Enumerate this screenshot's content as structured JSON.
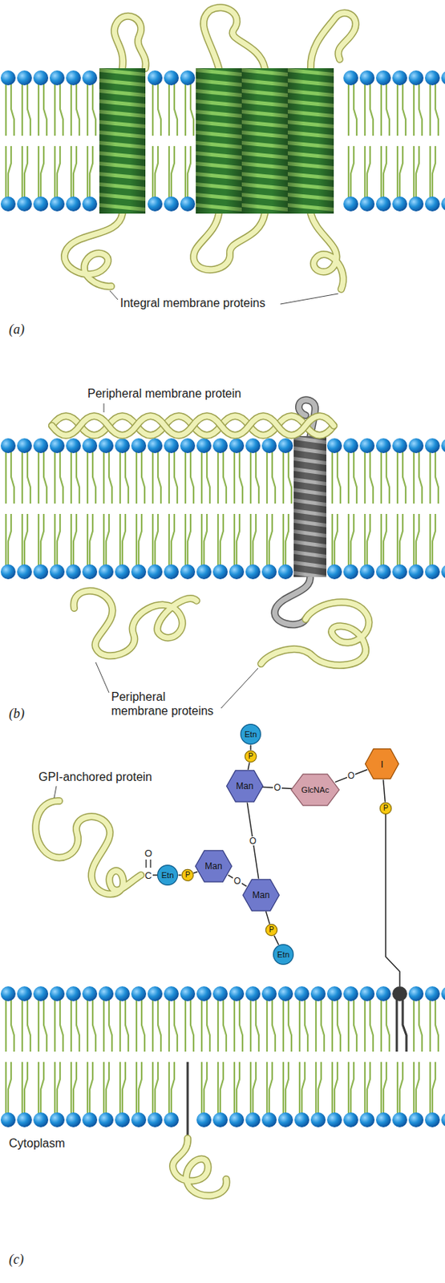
{
  "diagram": {
    "nodes": [
      {
        "text": [
          "Etn"
        ]
      },
      {
        "text": [
          "P"
        ]
      },
      {
        "text": [
          "I"
        ]
      },
      {
        "text": [
          "Man"
        ]
      },
      {
        "text": [
          "GlcNAc"
        ]
      },
      {
        "text": [
          "P"
        ]
      },
      {
        "text": [
          "Man"
        ]
      },
      {
        "text": [
          "Etn"
        ]
      },
      {
        "text": [
          "P"
        ]
      },
      {
        "text": [
          "Man"
        ]
      },
      {
        "text": [
          "P"
        ]
      },
      {
        "text": [
          "Etn"
        ]
      }
    ],
    "edges": [
      {
        "from": 0,
        "to": 1,
        "arrow": "none"
      },
      {
        "from": 1,
        "to": 3,
        "arrow": "none"
      },
      {
        "from": 3,
        "to": 4,
        "label": "O",
        "arrow": "none"
      },
      {
        "from": 4,
        "to": 2,
        "label": "O",
        "arrow": "none"
      },
      {
        "from": 2,
        "to": 5,
        "arrow": "none"
      },
      {
        "from": 7,
        "to": 8,
        "arrow": "none"
      },
      {
        "from": 8,
        "to": 6,
        "arrow": "none"
      },
      {
        "from": 6,
        "to": 9,
        "label": "O",
        "arrow": "none"
      },
      {
        "from": 9,
        "to": 3,
        "label": "O",
        "arrow": "none"
      },
      {
        "from": 9,
        "to": 10,
        "arrow": "none"
      },
      {
        "from": 10,
        "to": 11,
        "arrow": "none"
      }
    ],
    "labels": [
      "Integral membrane proteins",
      "(a)",
      "Peripheral membrane protein",
      "Peripheral membrane proteins",
      "(b)",
      "GPI-anchored protein",
      "C",
      "O",
      "Cytoplasm",
      "(c)"
    ]
  }
}
